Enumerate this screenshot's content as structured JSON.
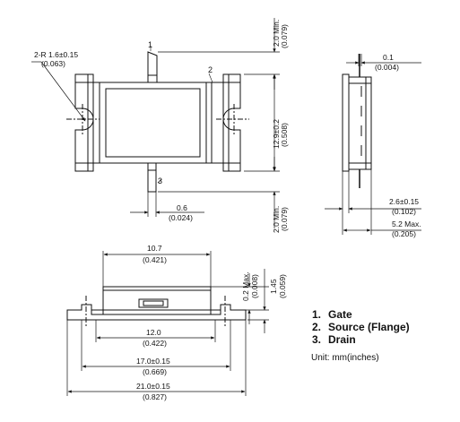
{
  "top_view": {
    "radius_dim": "2-R 1.6±0.15",
    "radius_dim_inch": "(0.063)",
    "pin1": "1",
    "pin2": "2",
    "pin3": "3",
    "lead_min_top": "2.0 Min.",
    "lead_min_top_inch": "(0.079)",
    "lead_min_bottom": "2.0 Min.",
    "lead_min_bottom_inch": "(0.079)",
    "body_height": "12.9±0.2",
    "body_height_inch": "(0.508)",
    "lead_width": "0.6",
    "lead_width_inch": "(0.024)"
  },
  "side_view": {
    "lead_thickness": "0.1",
    "lead_thickness_inch": "(0.004)",
    "flange_thickness": "2.6±0.15",
    "flange_thickness_inch": "(0.102)",
    "max_height": "5.2 Max.",
    "max_height_inch": "(0.205)"
  },
  "front_view": {
    "cap_width": "10.7",
    "cap_width_inch": "(0.421)",
    "seal_gap": "0.2 Max.",
    "seal_gap_inch": "(0.008)",
    "flange_height": "1.45",
    "flange_height_inch": "(0.059)",
    "hole_span": "12.0",
    "hole_span_inch": "(0.422)",
    "flange_span": "17.0±0.15",
    "flange_span_inch": "(0.669)",
    "overall_length": "21.0±0.15",
    "overall_length_inch": "(0.827)"
  },
  "legend": {
    "items": [
      {
        "num": "1.",
        "label": "Gate"
      },
      {
        "num": "2.",
        "label": "Source (Flange)"
      },
      {
        "num": "3.",
        "label": "Drain"
      }
    ],
    "unit": "Unit:  mm(inches)"
  }
}
